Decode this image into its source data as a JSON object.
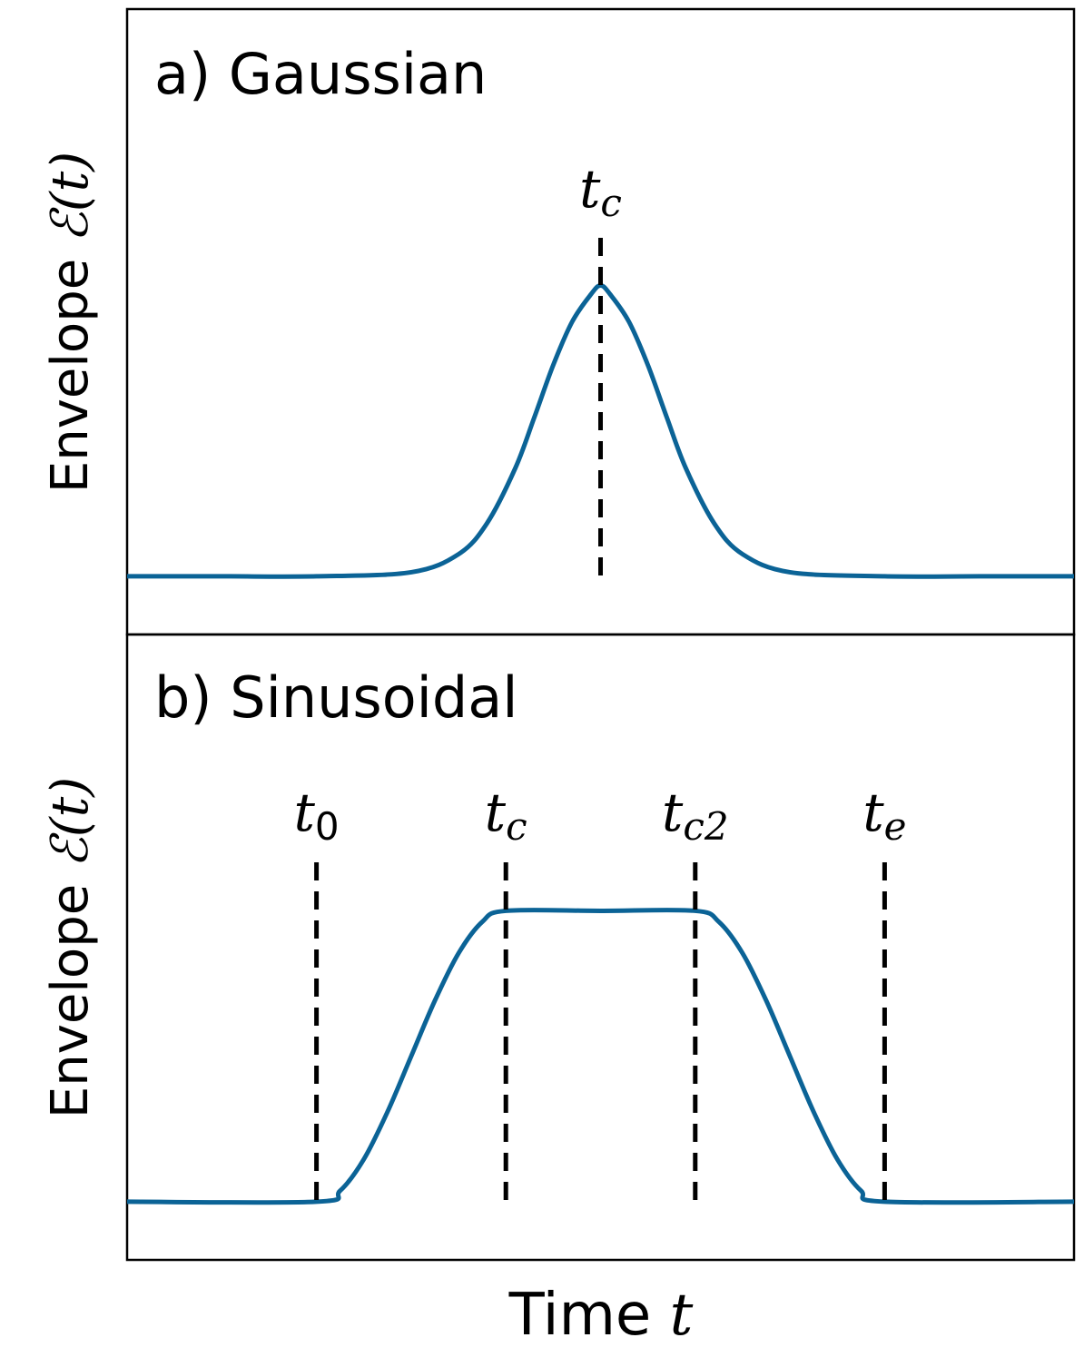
{
  "colors": {
    "curve": "#0b6396",
    "axes": "#000000",
    "vline": "#000000"
  },
  "x_label": {
    "text": "Time ",
    "var": "t"
  },
  "chart_data": [
    {
      "type": "line",
      "panel_label": "a) Gaussian",
      "ylabel": {
        "text": "Envelope ",
        "var": "ℰ(t)"
      },
      "xlim": [
        0,
        1
      ],
      "ylim": [
        -0.2,
        1.95
      ],
      "series": [
        {
          "x": [
            0,
            0.1,
            0.2,
            0.3,
            0.35,
            0.38,
            0.41,
            0.43,
            0.45,
            0.47,
            0.49,
            0.5,
            0.51,
            0.53,
            0.55,
            0.57,
            0.59,
            0.62,
            0.65,
            0.7,
            0.8,
            0.9,
            1
          ],
          "y": [
            0,
            0,
            0.0,
            0.014,
            0.076,
            0.182,
            0.372,
            0.546,
            0.726,
            0.875,
            0.97,
            1.0,
            0.97,
            0.875,
            0.726,
            0.546,
            0.372,
            0.182,
            0.076,
            0.014,
            0.0,
            0,
            0
          ]
        }
      ],
      "vlines": [
        {
          "x": 0.5,
          "label": "t",
          "sub": "c"
        }
      ]
    },
    {
      "type": "line",
      "panel_label": "b) Sinusoidal",
      "ylabel": {
        "text": "Envelope ",
        "var": "ℰ(t)"
      },
      "xlim": [
        0,
        1
      ],
      "ylim": [
        -0.2,
        1.95
      ],
      "series": [
        {
          "x": [
            0,
            0.2,
            0.225,
            0.25,
            0.275,
            0.3,
            0.325,
            0.35,
            0.375,
            0.4,
            0.5,
            0.6,
            0.625,
            0.65,
            0.675,
            0.7,
            0.725,
            0.75,
            0.775,
            0.8,
            1
          ],
          "y": [
            0,
            0,
            0.038,
            0.146,
            0.309,
            0.5,
            0.691,
            0.854,
            0.962,
            1,
            1,
            1,
            0.962,
            0.854,
            0.691,
            0.5,
            0.309,
            0.146,
            0.038,
            0,
            0
          ]
        }
      ],
      "vlines": [
        {
          "x": 0.2,
          "label": "t",
          "sub": "0"
        },
        {
          "x": 0.4,
          "label": "t",
          "sub": "c"
        },
        {
          "x": 0.6,
          "label": "t",
          "sub": "c2"
        },
        {
          "x": 0.8,
          "label": "t",
          "sub": "e"
        }
      ]
    }
  ]
}
